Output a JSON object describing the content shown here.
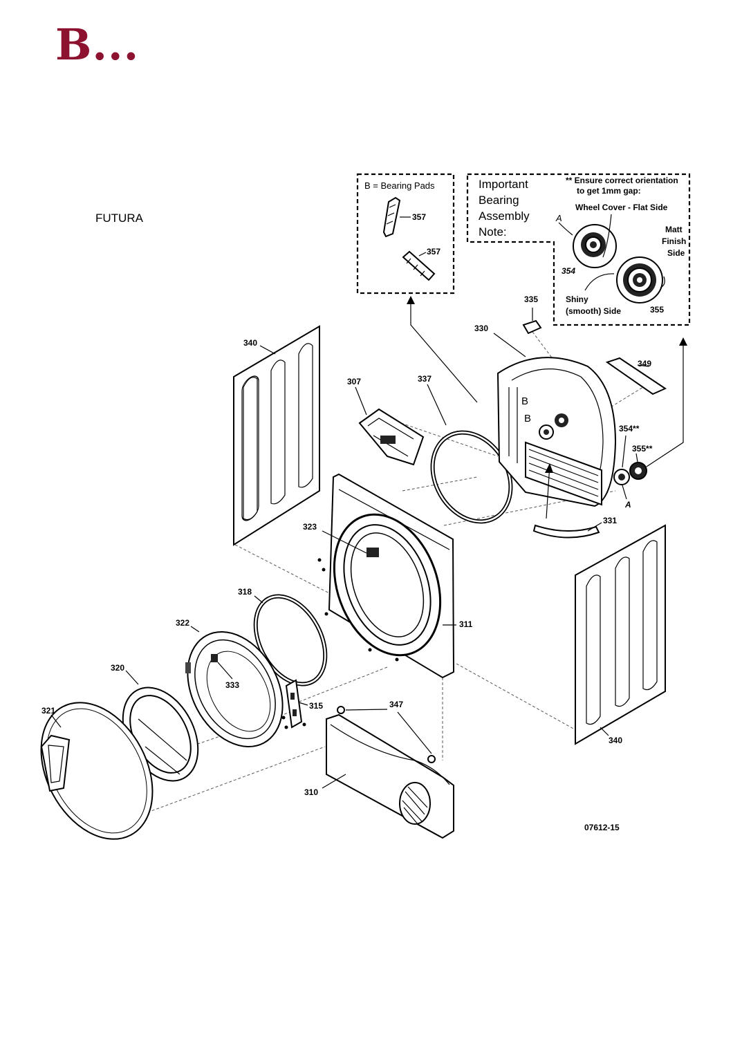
{
  "heading": "B...",
  "model_name": "FUTURA",
  "figure_code": "07612-15",
  "bearing_pads_note": {
    "title": "B = Bearing Pads",
    "part_numbers": [
      "357",
      "357"
    ]
  },
  "important_note": {
    "title_lines": [
      "Important",
      "Bearing",
      "Assembly",
      "Note:"
    ],
    "orientation_lines": [
      "** Ensure correct orientation",
      "to get 1mm gap:"
    ],
    "wheel_cover_label": "Wheel Cover - Flat Side",
    "matt_lines": [
      "Matt",
      "Finish",
      "Side"
    ],
    "shiny_lines": [
      "Shiny",
      "(smooth) Side"
    ],
    "marker_a": "A",
    "part_354": "354",
    "part_355": "355"
  },
  "bearing_marker": "B",
  "part_labels": {
    "p340_top": "340",
    "p340_bottom": "340",
    "p307": "307",
    "p337": "337",
    "p335": "335",
    "p330": "330",
    "p349": "349",
    "p354": "354**",
    "p355": "355**",
    "pA": "A",
    "p331": "331",
    "p323": "323",
    "p311": "311",
    "p318": "318",
    "p322": "322",
    "p333": "333",
    "p320": "320",
    "p315": "315",
    "p347": "347",
    "p321": "321",
    "p310": "310"
  }
}
